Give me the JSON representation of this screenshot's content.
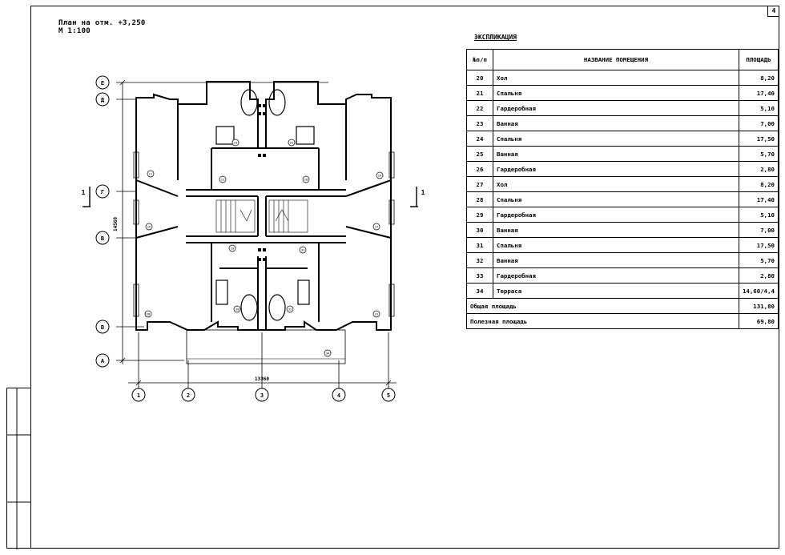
{
  "sheet_number": "4",
  "plan": {
    "title": "План на отм. +3,250",
    "scale": "М 1:100",
    "axes_letters": [
      "Е",
      "Д",
      "Г",
      "В",
      "В",
      "А"
    ],
    "axes_numbers": [
      "1",
      "2",
      "3",
      "4",
      "5"
    ],
    "dim_horizontal": "13360",
    "dim_vertical": "14560",
    "section_mark": "1",
    "room_tags": [
      "21",
      "20",
      "22",
      "23",
      "24",
      "25",
      "26",
      "27",
      "28",
      "29",
      "30",
      "31",
      "32",
      "33",
      "34"
    ]
  },
  "explication": {
    "title": "ЭКСПЛИКАЦИЯ",
    "headers": {
      "num": "№п/п",
      "name": "НАЗВАНИЕ ПОМЕЩЕНИЯ",
      "area": "ПЛОЩАДЬ"
    },
    "rows": [
      {
        "num": "20",
        "name": "Хол",
        "area": "8,20"
      },
      {
        "num": "21",
        "name": "Спальня",
        "area": "17,40"
      },
      {
        "num": "22",
        "name": "Гардеробная",
        "area": "5,10"
      },
      {
        "num": "23",
        "name": "Ванная",
        "area": "7,00"
      },
      {
        "num": "24",
        "name": "Спальня",
        "area": "17,50"
      },
      {
        "num": "25",
        "name": "Ванная",
        "area": "5,70"
      },
      {
        "num": "26",
        "name": "Гардеробная",
        "area": "2,80"
      },
      {
        "num": "27",
        "name": "Хол",
        "area": "8,20"
      },
      {
        "num": "28",
        "name": "Спальня",
        "area": "17,40"
      },
      {
        "num": "29",
        "name": "Гардеробная",
        "area": "5,10"
      },
      {
        "num": "30",
        "name": "Ванная",
        "area": "7,00"
      },
      {
        "num": "31",
        "name": "Спальня",
        "area": "17,50"
      },
      {
        "num": "32",
        "name": "Ванная",
        "area": "5,70"
      },
      {
        "num": "33",
        "name": "Гардеробная",
        "area": "2,80"
      },
      {
        "num": "34",
        "name": "Терраса",
        "area": "14,60/4,4"
      }
    ],
    "total_label": "Общая площадь",
    "total_value": "131,80",
    "useful_label": "Полезная площадь",
    "useful_value": "69,80"
  }
}
